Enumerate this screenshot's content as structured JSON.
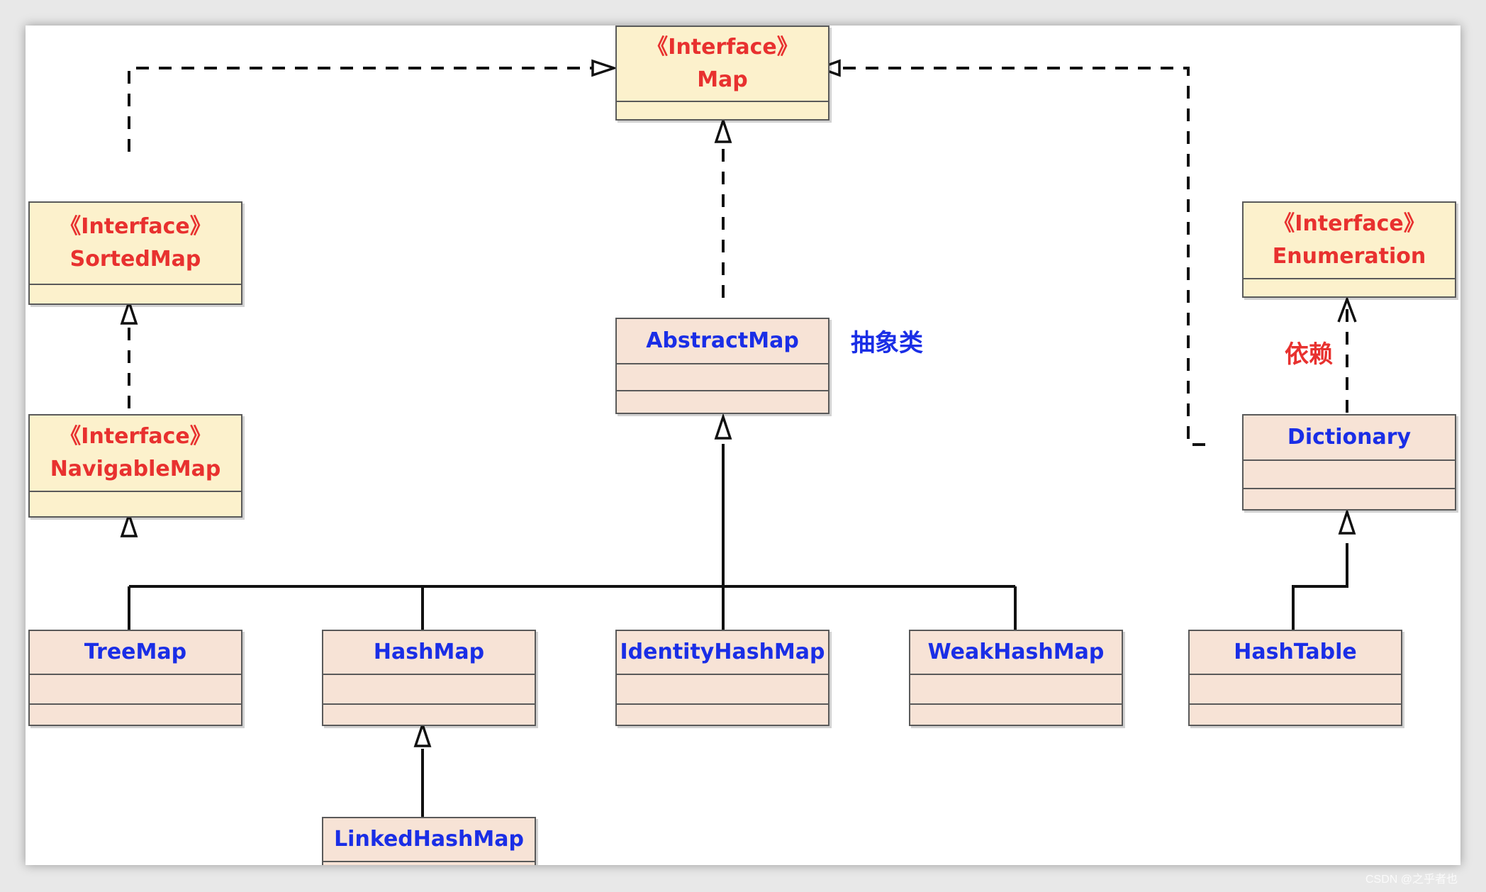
{
  "diagram": {
    "stereotype": "《Interface》",
    "interfaces": {
      "map": "Map",
      "sorted_map": "SortedMap",
      "navigable_map": "NavigableMap",
      "enumeration": "Enumeration"
    },
    "classes": {
      "abstract_map": "AbstractMap",
      "dictionary": "Dictionary",
      "tree_map": "TreeMap",
      "hash_map": "HashMap",
      "identity_hash_map": "IdentityHashMap",
      "weak_hash_map": "WeakHashMap",
      "hash_table": "HashTable",
      "linked_hash_map": "LinkedHashMap"
    },
    "annotations": {
      "abstract_class": "抽象类",
      "dependency": "依赖"
    },
    "watermark": "CSDN @之乎者也"
  },
  "colors": {
    "interface_fill": "#fcf1cc",
    "class_fill": "#f7e3d6",
    "interface_text": "#e8312f",
    "class_text": "#1a2ee6",
    "border": "#5a5a5a",
    "line": "#111111"
  }
}
